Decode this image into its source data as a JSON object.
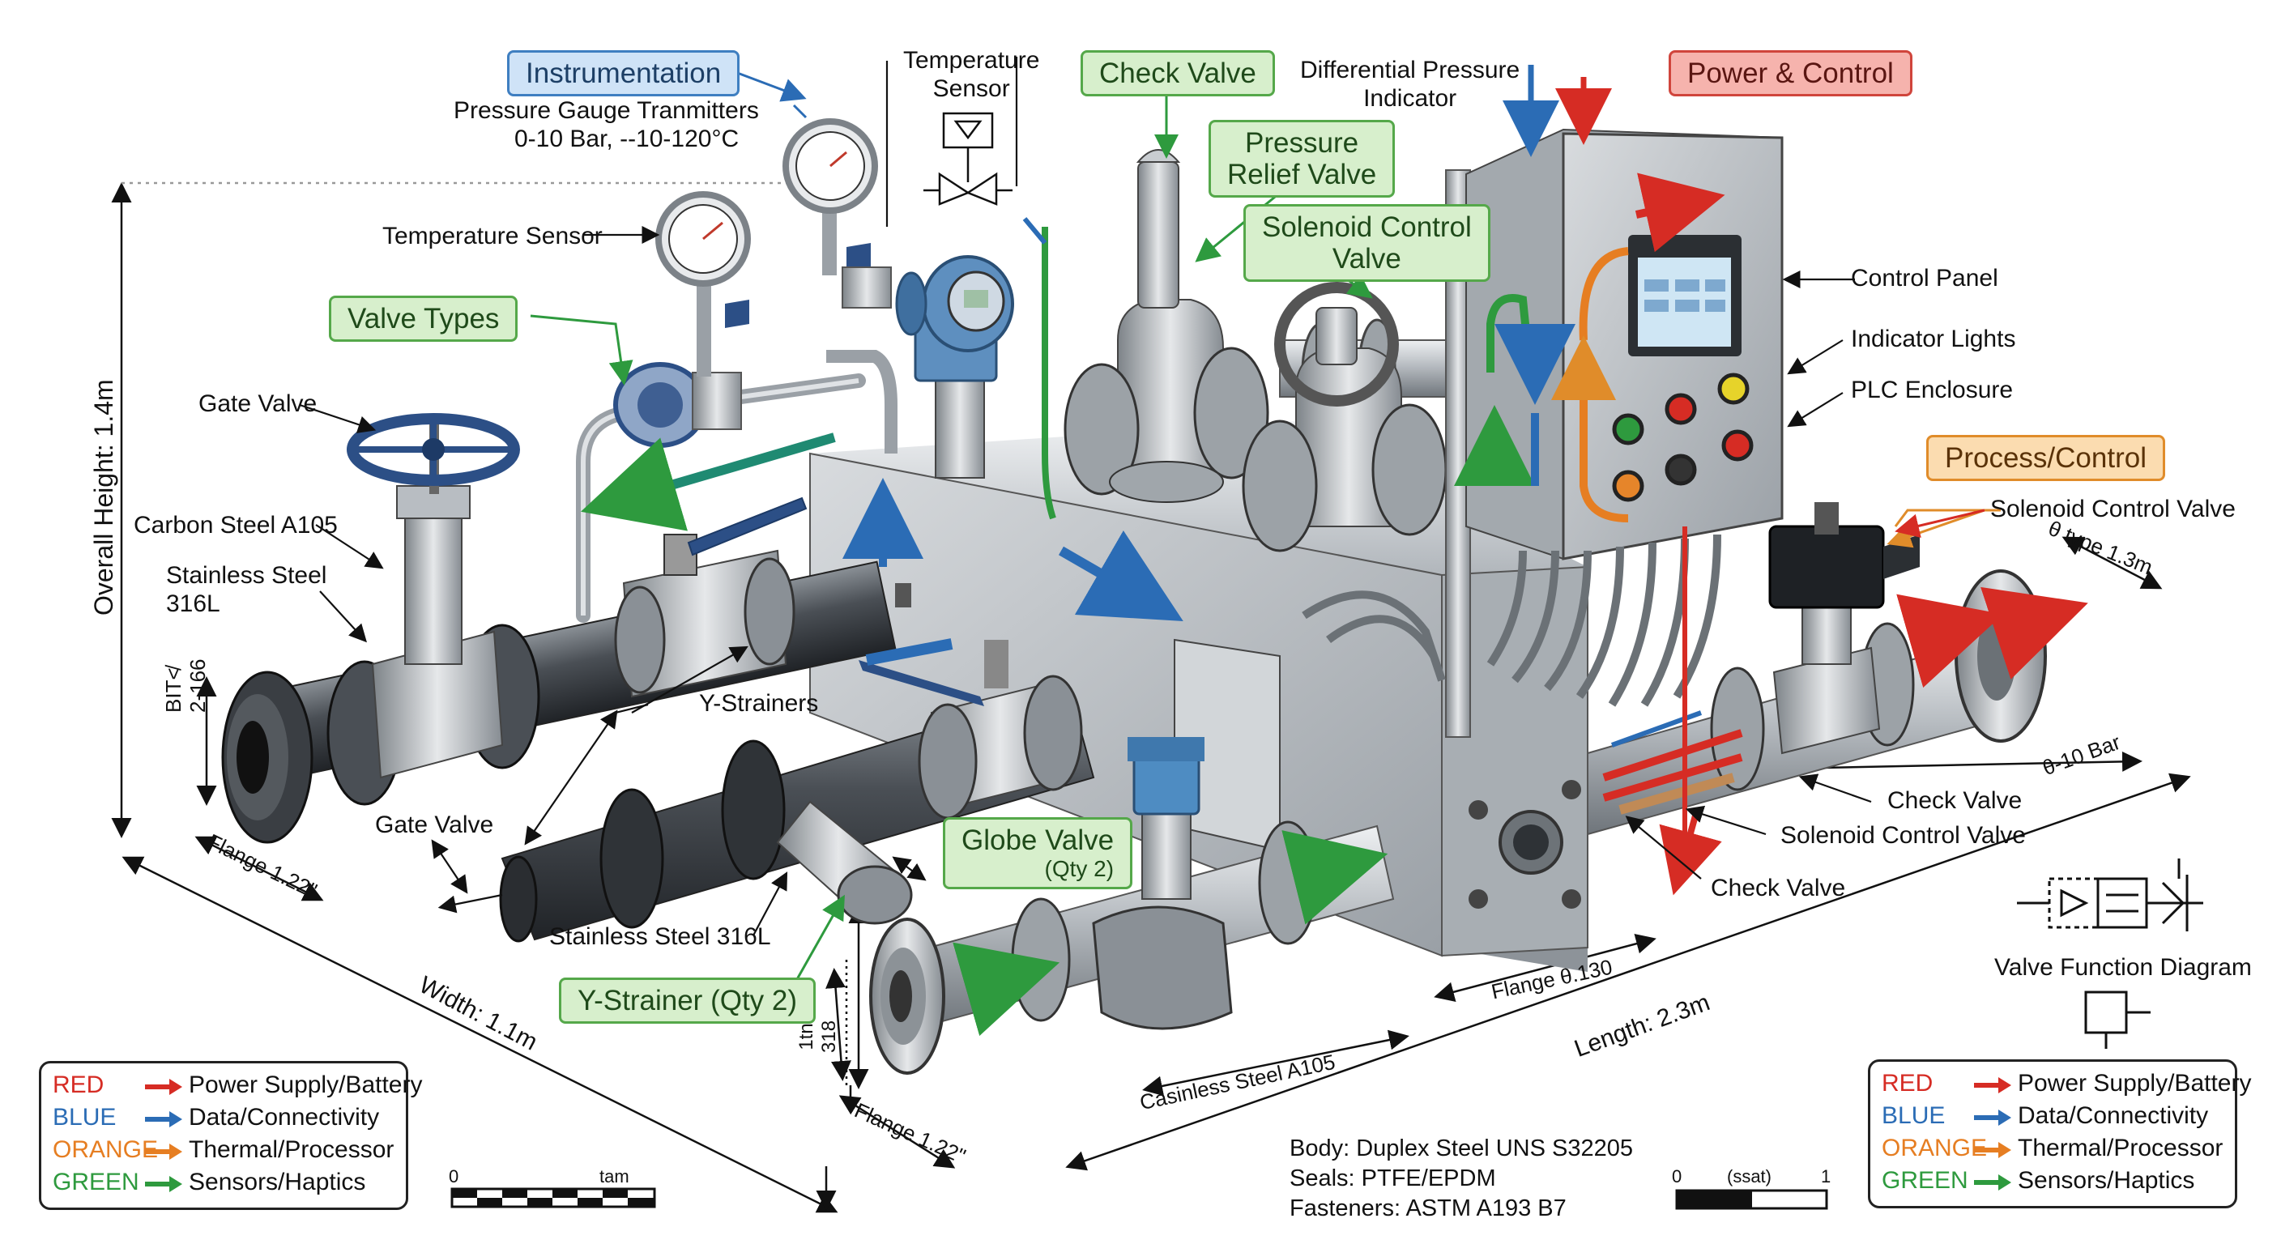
{
  "labels": {
    "pressure_gauge": "Pressure Gauge Tranmitters",
    "pressure_range": "0-10 Bar, --10-120°C",
    "temp_sensor_top": "Temperature\nSensor",
    "diff_pressure": "Differential Pressure\nIndicator",
    "temperature_sensor": "Temperature Sensor",
    "gate_valve_top": "Gate Valve",
    "carbon_steel": "Carbon Steel A105",
    "stainless_316l_left": "Stainless Steel\n316L",
    "bit": "BIT≮\n2-166",
    "gate_valve_bottom": "Gate Valve",
    "flange_left": "Flange 1.22\"",
    "y_strainers": "Y-Strainers",
    "stainless_316l_bottom": "Stainless Steel 316L",
    "control_panel": "Control Panel",
    "indicator_lights": "Indicator Lights",
    "plc_enclosure": "PLC Enclosure",
    "solenoid_right": "Solenoid Control Valve",
    "theta_type": "θ type 1.3m",
    "bar_range": "θ-10 Bar",
    "check_valve_right": "Check Valve",
    "solenoid_right_low": "Solenoid Control Valve",
    "check_valve_low": "Check Valve",
    "flange_right": "Flange θ.130",
    "length": "Length: 2.3m",
    "width": "Width: 1.1m",
    "overall_height": "Overall Height: 1.4m",
    "dim_318": "1tn\n318",
    "flange_bottom": "Flange 1.22\"",
    "casinless": "Casinless Steel A105",
    "valve_function": "Valve Function Diagram"
  },
  "tags": {
    "instrumentation": "Instrumentation",
    "check_valve": "Check Valve",
    "pressure_relief": "Pressure\nRelief Valve",
    "solenoid_control": "Solenoid Control\nValve",
    "power_control": "Power & Control",
    "valve_types": "Valve Types",
    "process_control": "Process/Control",
    "globe_valve": "Globe Valve",
    "globe_qty": "(Qty 2)",
    "y_strainer": "Y-Strainer (Qty 2)"
  },
  "specs": {
    "body": "Body: Duplex Steel UNS S32205",
    "seals": "Seals: PTFE/EPDM",
    "fasteners": "Fasteners: ASTM A193 B7"
  },
  "scales": {
    "left_start": "0",
    "left_end": "tam",
    "right_start": "0",
    "right_mid": "(ssat)",
    "right_end": "1"
  },
  "legend": [
    {
      "key": "RED",
      "value": "Power Supply/Battery",
      "color": "#d62c24"
    },
    {
      "key": "BLUE",
      "value": "Data/Connectivity",
      "color": "#2b6cb5"
    },
    {
      "key": "ORANGE",
      "value": "Thermal/Processor",
      "color": "#e67e22"
    },
    {
      "key": "GREEN",
      "value": "Sensors/Haptics",
      "color": "#2e9a3e"
    }
  ],
  "colors": {
    "red": "#d62c24",
    "blue": "#2b6cb5",
    "orange": "#e67e22",
    "green": "#2e9a3e",
    "steel": "#b9bec3",
    "dark_steel": "#3b3f44"
  }
}
